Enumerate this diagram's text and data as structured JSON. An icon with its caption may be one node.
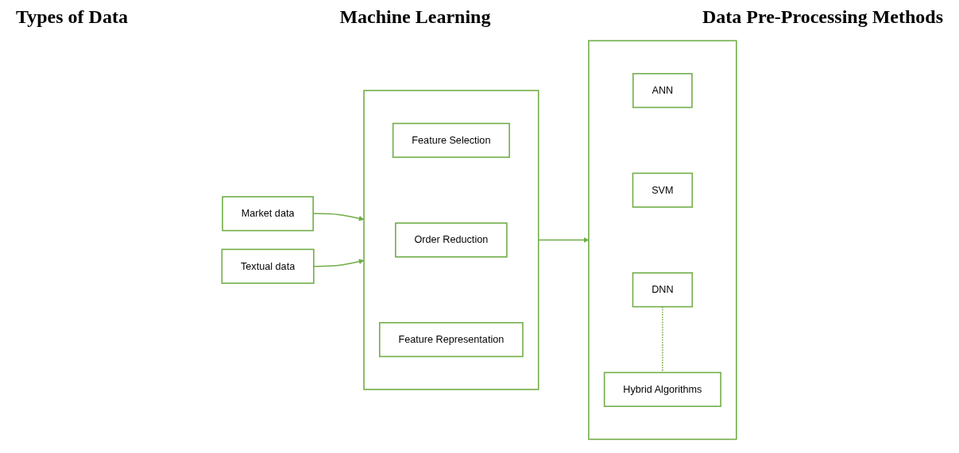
{
  "diagram": {
    "nodes": [
      {
        "text": [
          "Market data"
        ]
      },
      {
        "text": [
          "Textual data"
        ]
      },
      {
        "text": [],
        "shape": "box"
      },
      {
        "text": [
          "Feature Selection"
        ],
        "in": 2
      },
      {
        "text": [
          "Order Reduction"
        ],
        "in": 2
      },
      {
        "text": [
          "Feature Representation"
        ],
        "in": 2
      },
      {
        "text": [],
        "shape": "box"
      },
      {
        "text": [
          "ANN"
        ],
        "in": 6
      },
      {
        "text": [
          "SVM"
        ],
        "in": 6
      },
      {
        "text": [
          "DNN"
        ],
        "in": 6
      },
      {
        "text": [
          "Hybrid Algorithms"
        ],
        "in": 6
      }
    ],
    "edges": [
      {
        "from": 0,
        "to": 2,
        "arrow": "to"
      },
      {
        "from": 1,
        "to": 2,
        "arrow": "to"
      },
      {
        "from": 2,
        "to": 6,
        "arrow": "to"
      },
      {
        "from": 9,
        "to": 10,
        "arrow": "none",
        "style": "dashed"
      }
    ],
    "labels": [
      "Types of Data",
      "Machine Learning",
      "Data Pre-Processing Methods"
    ]
  }
}
